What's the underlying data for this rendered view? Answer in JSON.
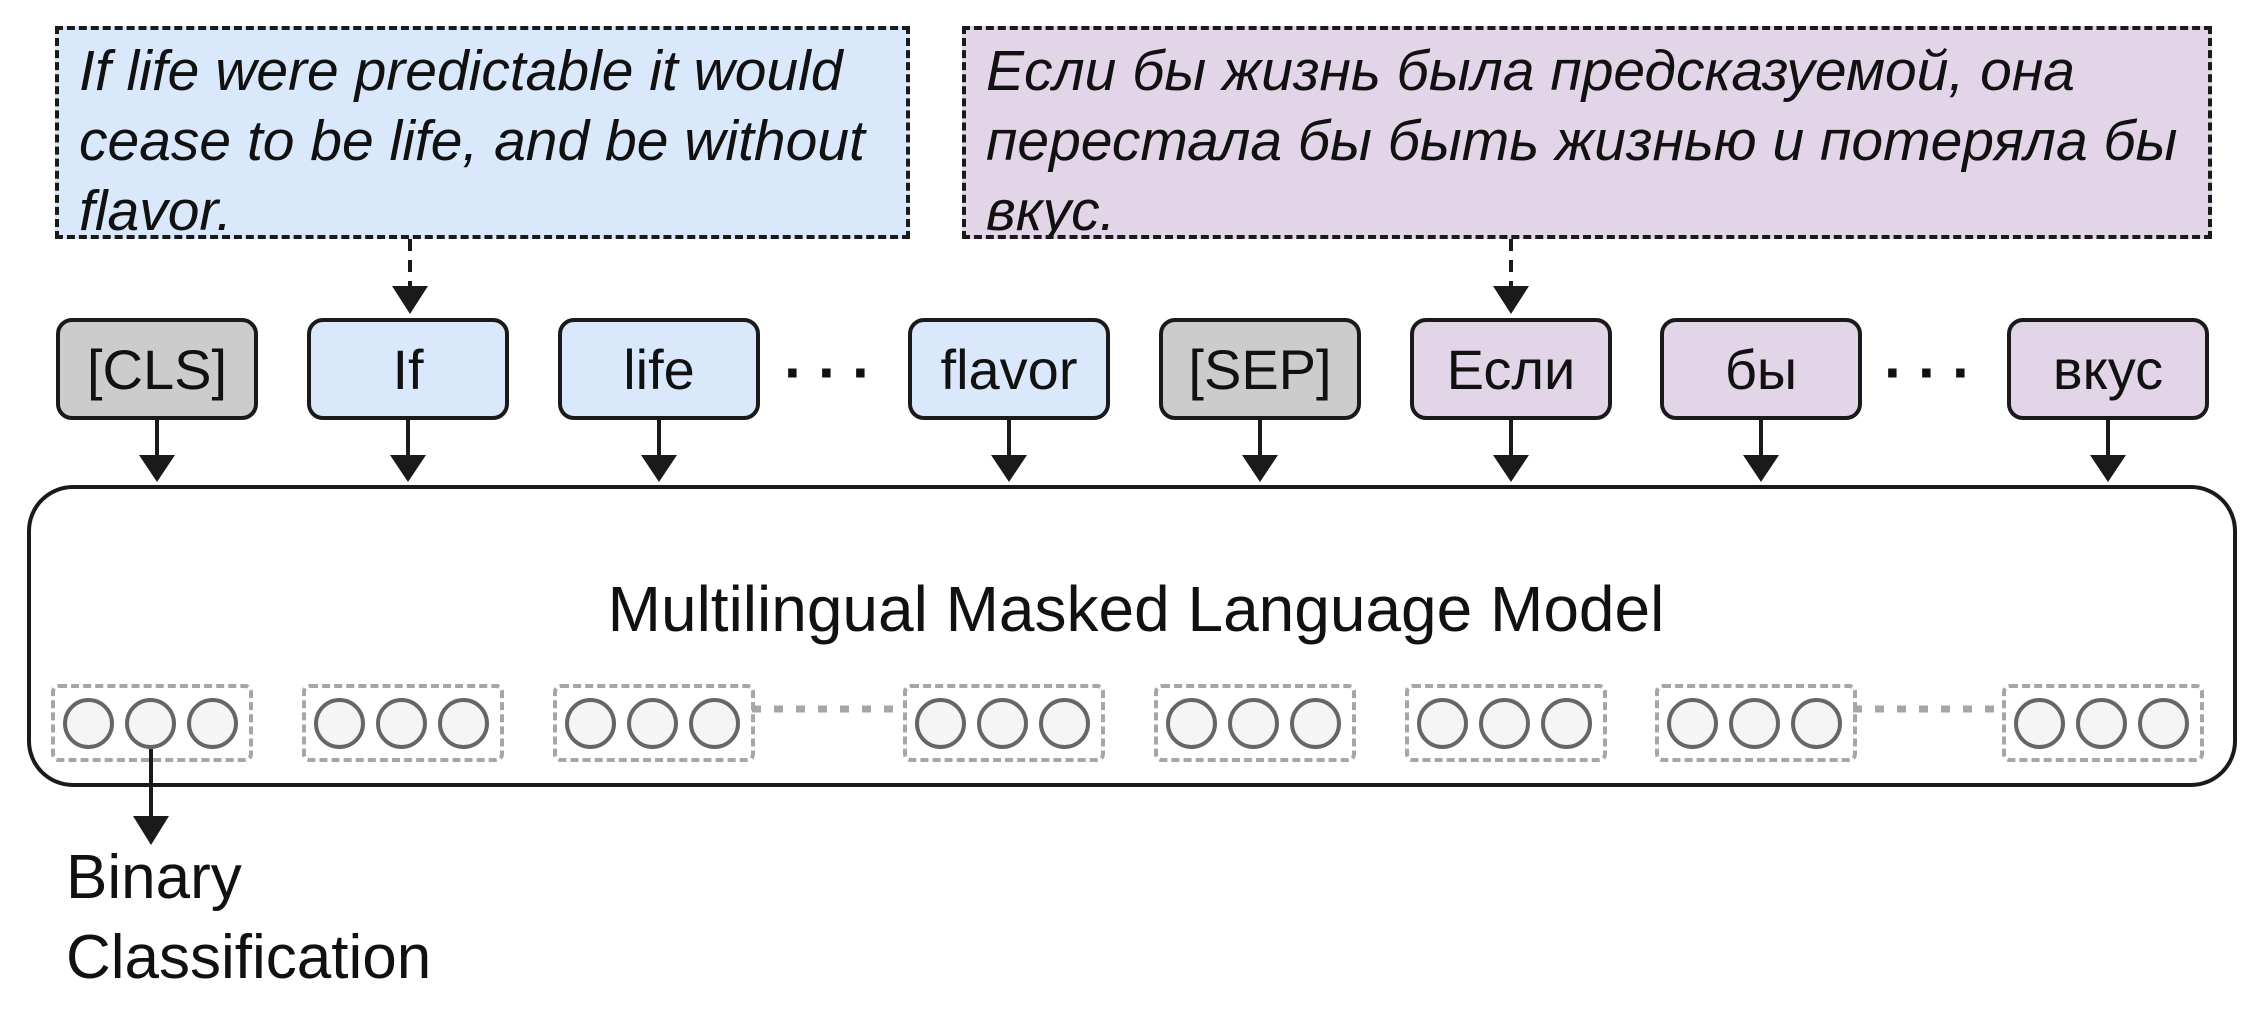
{
  "input_sentences": {
    "english": "If life were predictable it would cease to be life, and be without flavor.",
    "russian": "Если бы жизнь была предсказуемой, она перестала бы быть жизнью и потеряла бы вкус."
  },
  "tokens": [
    {
      "label": "[CLS]",
      "kind": "special"
    },
    {
      "label": "If",
      "kind": "english"
    },
    {
      "label": "life",
      "kind": "english"
    },
    {
      "label": "flavor",
      "kind": "english"
    },
    {
      "label": "[SEP]",
      "kind": "special"
    },
    {
      "label": "Если",
      "kind": "russian"
    },
    {
      "label": "бы",
      "kind": "russian"
    },
    {
      "label": "вкус",
      "kind": "russian"
    }
  ],
  "model": {
    "title": "Multilingual Masked Language Model"
  },
  "output": {
    "line1": "Binary",
    "line2": "Classification"
  },
  "colors": {
    "english_fill": "#dae8fc",
    "russian_fill": "#e1d5e7",
    "special_fill": "#cccccc",
    "neuron_stroke": "#666666"
  }
}
